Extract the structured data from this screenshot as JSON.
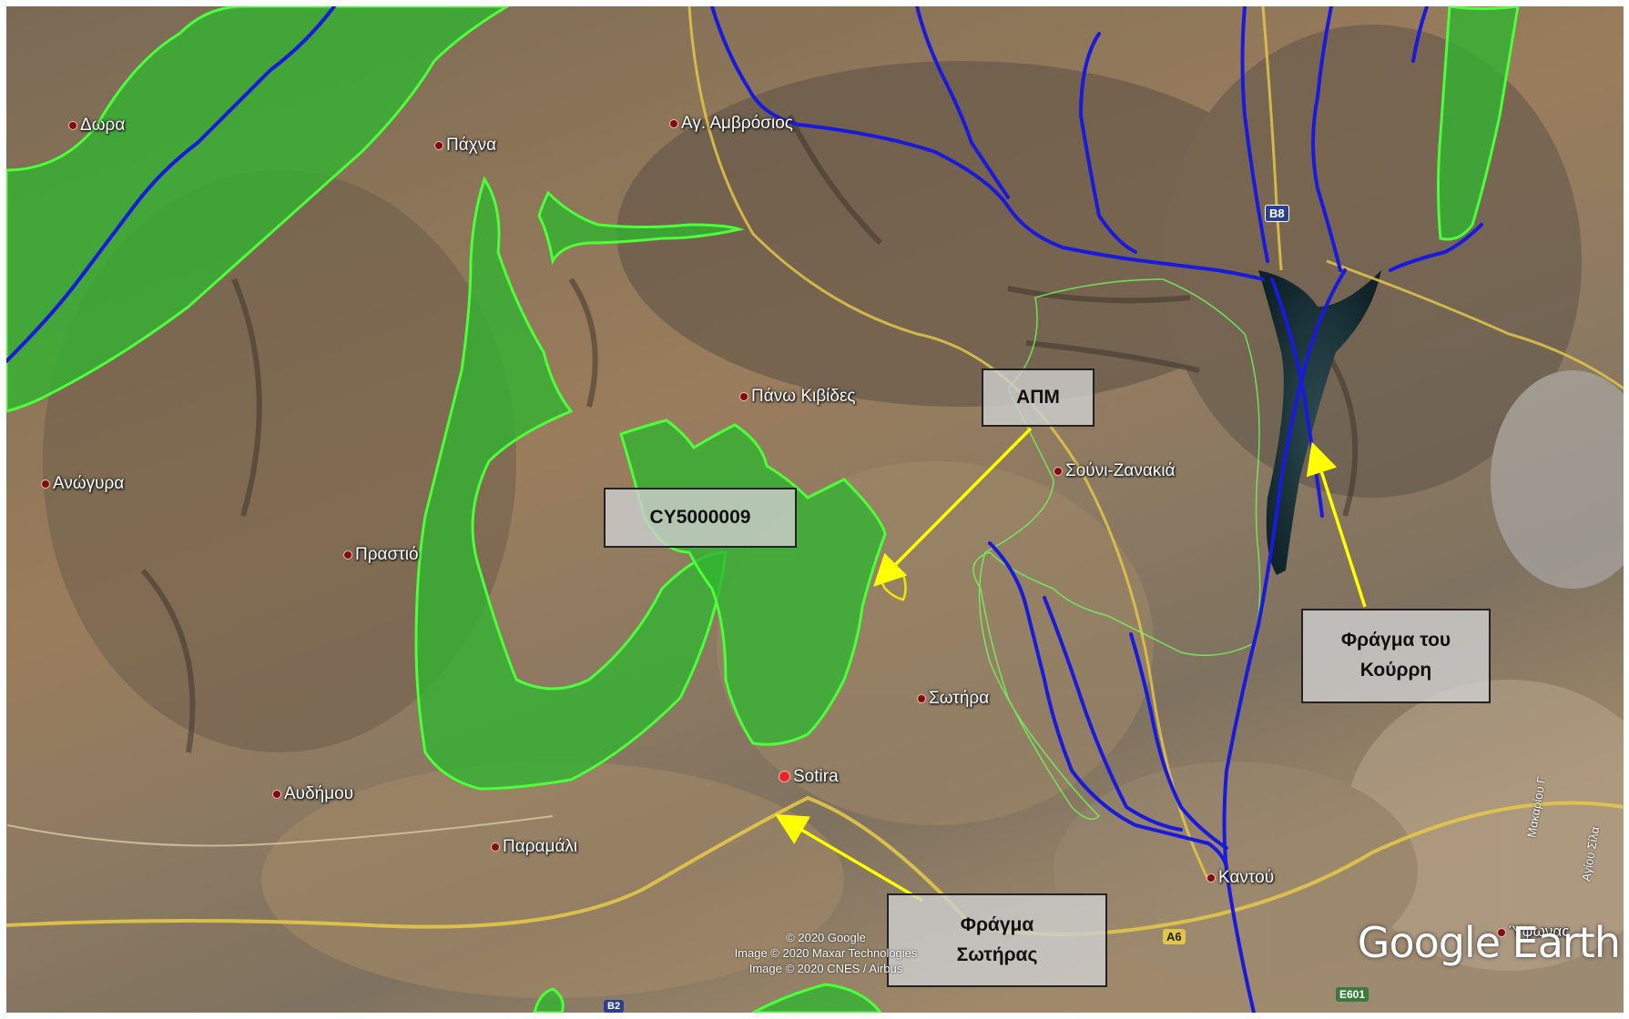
{
  "places": [
    {
      "id": "dora",
      "label": "Δωρα"
    },
    {
      "id": "pachna",
      "label": "Πάχνα"
    },
    {
      "id": "ag-amvrosios",
      "label": "Αγ. Αμβρόσιος"
    },
    {
      "id": "pano-kivides",
      "label": "Πάνω Κιβίδες"
    },
    {
      "id": "souni-zanakia",
      "label": "Σούνι-Ζανακιά"
    },
    {
      "id": "anogyra",
      "label": "Ανώγυρα"
    },
    {
      "id": "prastio",
      "label": "Πραστιό"
    },
    {
      "id": "sotira-gr",
      "label": "Σωτήρα"
    },
    {
      "id": "sotira",
      "label": "Sotira"
    },
    {
      "id": "avdimou",
      "label": "Αυδήμου"
    },
    {
      "id": "paramali",
      "label": "Παραμάλι"
    },
    {
      "id": "kantou",
      "label": "Καντού"
    },
    {
      "id": "ypsonas",
      "label": "Ύψωνας"
    }
  ],
  "callouts": {
    "natura_site": "CY5000009",
    "apm": "ΑΠΜ",
    "kourris_dam_line1": "Φράγμα του",
    "kourris_dam_line2": "Κούρρη",
    "sotira_dam_line1": "Φράγμα",
    "sotira_dam_line2": "Σωτήρας"
  },
  "road_shields": {
    "b8": "B8",
    "a6": "A6",
    "e601": "E601",
    "b2": "B2"
  },
  "road_labels": {
    "makariou": "Μακαρίου Γ",
    "agiou_silas": "Αγίου Σίλα"
  },
  "copyright": {
    "line1": "© 2020 Google",
    "line2": "Image © 2020 Maxar Technologies",
    "line3": "Image © 2020 CNES / Airbus"
  },
  "logo": "Google Earth",
  "colors": {
    "natura_fill": "#2fb52f",
    "natura_border": "#4cff3a",
    "river": "#1a1adc",
    "arrow": "#ffff00",
    "apm_outline": "#f1e600",
    "road_yellow": "#e2c64a"
  }
}
